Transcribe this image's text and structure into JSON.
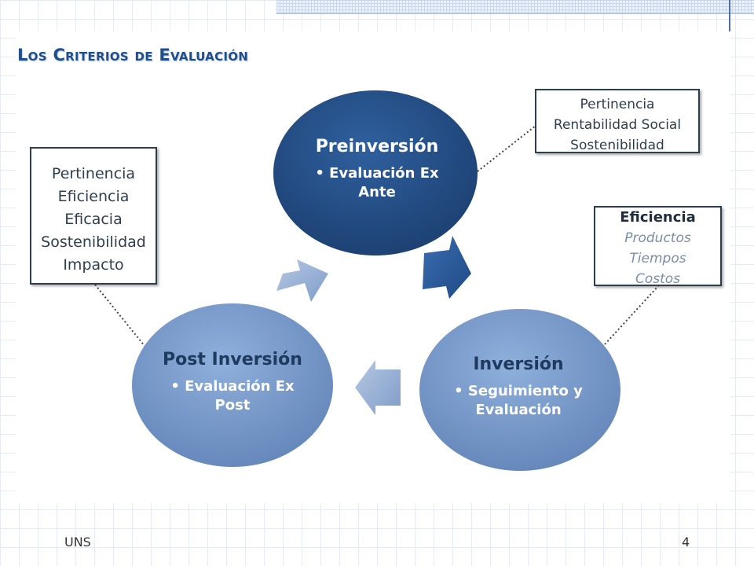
{
  "slide": {
    "title": "Los Criterios de Evaluación",
    "footer_left": "UNS",
    "page_number": "4"
  },
  "stages": {
    "preinversion": {
      "title": "Preinversión",
      "bullet_line1": "•  Evaluación Ex",
      "bullet_line2": "Ante"
    },
    "inversion": {
      "title": "Inversión",
      "bullet_line1": "•  Seguimiento y",
      "bullet_line2": "Evaluación"
    },
    "post_inversion": {
      "title": "Post Inversión",
      "bullet_line1": "•  Evaluación Ex",
      "bullet_line2": "Post"
    }
  },
  "criteria": {
    "ex_ante": [
      "Pertinencia",
      "Rentabilidad Social",
      "Sostenibilidad"
    ],
    "seguimiento": {
      "heading": "Eficiencia",
      "items": [
        "Productos",
        "Tiempos",
        "Costos"
      ]
    },
    "ex_post": [
      "Pertinencia",
      "Eficiencia",
      "Eficacia",
      "Sostenibilidad",
      "Impacto"
    ]
  },
  "colors": {
    "preinversion_circle": "#1f4a80",
    "inversion_circle": "#7e9fd0",
    "post_circle": "#7e9fd0",
    "title": "#1f4e8c",
    "arrow_dark": "#2b5b9a",
    "arrow_light": "#9fb6d8"
  }
}
